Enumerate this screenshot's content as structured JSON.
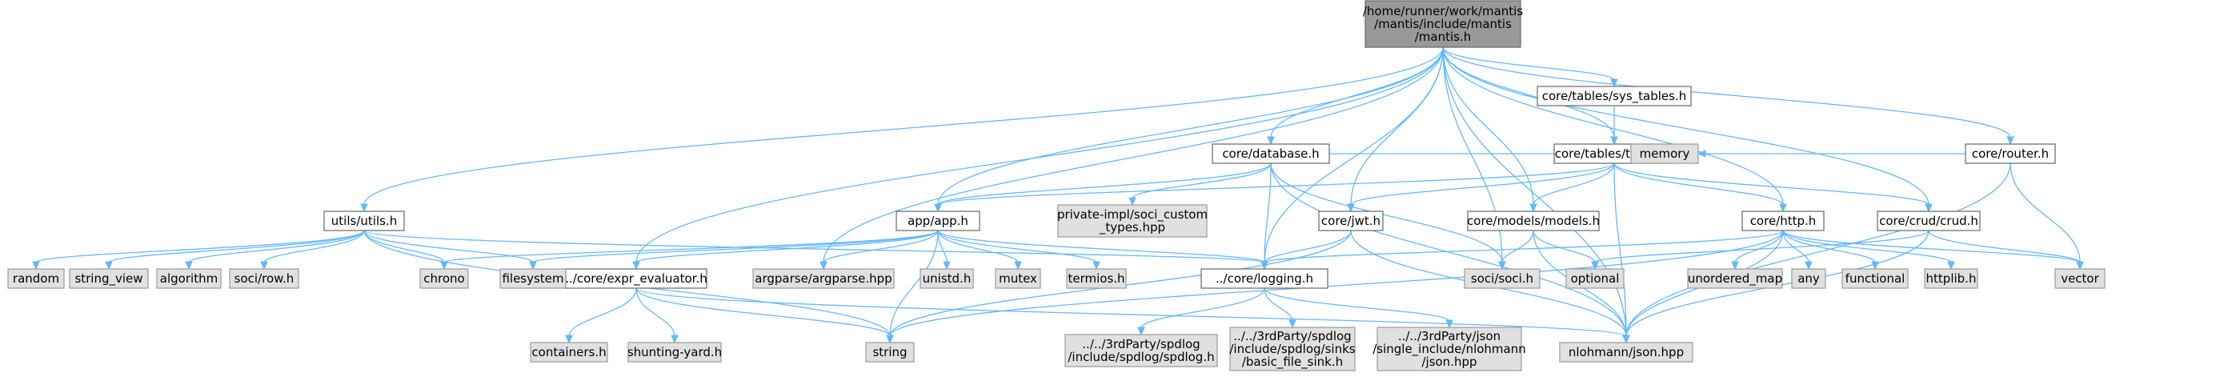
{
  "diagram": {
    "type": "include-dependency-graph",
    "colors": {
      "edge": "#63b8ff",
      "main_fill": "#999999",
      "local_fill": "#ffffff",
      "system_fill": "#e0e0e0",
      "border": "#666666"
    },
    "nodes": [
      {
        "id": "main",
        "kind": "main",
        "lines": [
          "/home/runner/work/mantis",
          "/mantis/include/mantis",
          "/mantis.h"
        ]
      },
      {
        "id": "utils",
        "kind": "local",
        "lines": [
          "utils/utils.h"
        ]
      },
      {
        "id": "app",
        "kind": "local",
        "lines": [
          "app/app.h"
        ]
      },
      {
        "id": "database",
        "kind": "local",
        "lines": [
          "core/database.h"
        ]
      },
      {
        "id": "jwt",
        "kind": "local",
        "lines": [
          "core/jwt.h"
        ]
      },
      {
        "id": "sys_tables",
        "kind": "local",
        "lines": [
          "core/tables/sys_tables.h"
        ]
      },
      {
        "id": "tables",
        "kind": "local",
        "lines": [
          "core/tables/tables.h"
        ]
      },
      {
        "id": "models",
        "kind": "local",
        "lines": [
          "core/models/models.h"
        ]
      },
      {
        "id": "http",
        "kind": "local",
        "lines": [
          "core/http.h"
        ]
      },
      {
        "id": "crud",
        "kind": "local",
        "lines": [
          "core/crud/crud.h"
        ]
      },
      {
        "id": "router",
        "kind": "local",
        "lines": [
          "core/router.h"
        ]
      },
      {
        "id": "expr",
        "kind": "local",
        "lines": [
          "../core/expr_evaluator.h"
        ]
      },
      {
        "id": "logging",
        "kind": "local",
        "lines": [
          "../core/logging.h"
        ]
      },
      {
        "id": "random",
        "kind": "sys",
        "lines": [
          "random"
        ]
      },
      {
        "id": "string_view",
        "kind": "sys",
        "lines": [
          "string_view"
        ]
      },
      {
        "id": "algorithm",
        "kind": "sys",
        "lines": [
          "algorithm"
        ]
      },
      {
        "id": "row",
        "kind": "sys",
        "lines": [
          "soci/row.h"
        ]
      },
      {
        "id": "chrono",
        "kind": "sys",
        "lines": [
          "chrono"
        ]
      },
      {
        "id": "filesystem",
        "kind": "sys",
        "lines": [
          "filesystem"
        ]
      },
      {
        "id": "argparse",
        "kind": "sys",
        "lines": [
          "argparse/argparse.hpp"
        ]
      },
      {
        "id": "unistd",
        "kind": "sys",
        "lines": [
          "unistd.h"
        ]
      },
      {
        "id": "mutex",
        "kind": "sys",
        "lines": [
          "mutex"
        ]
      },
      {
        "id": "termios",
        "kind": "sys",
        "lines": [
          "termios.h"
        ]
      },
      {
        "id": "soci_custom",
        "kind": "sys",
        "lines": [
          "private-impl/soci_custom",
          "_types.hpp"
        ]
      },
      {
        "id": "memory",
        "kind": "sys",
        "lines": [
          "memory"
        ]
      },
      {
        "id": "soci",
        "kind": "sys",
        "lines": [
          "soci/soci.h"
        ]
      },
      {
        "id": "optional",
        "kind": "sys",
        "lines": [
          "optional"
        ]
      },
      {
        "id": "unordered_map",
        "kind": "sys",
        "lines": [
          "unordered_map"
        ]
      },
      {
        "id": "any",
        "kind": "sys",
        "lines": [
          "any"
        ]
      },
      {
        "id": "functional",
        "kind": "sys",
        "lines": [
          "functional"
        ]
      },
      {
        "id": "httplib",
        "kind": "sys",
        "lines": [
          "httplib.h"
        ]
      },
      {
        "id": "vector",
        "kind": "sys",
        "lines": [
          "vector"
        ]
      },
      {
        "id": "containers",
        "kind": "sys",
        "lines": [
          "containers.h"
        ]
      },
      {
        "id": "shunting",
        "kind": "sys",
        "lines": [
          "shunting-yard.h"
        ]
      },
      {
        "id": "string",
        "kind": "sys",
        "lines": [
          "string"
        ]
      },
      {
        "id": "spdlog",
        "kind": "sys",
        "lines": [
          "../../3rdParty/spdlog",
          "/include/spdlog/spdlog.h"
        ]
      },
      {
        "id": "basic_file_sink",
        "kind": "sys",
        "lines": [
          "../../3rdParty/spdlog",
          "/include/spdlog/sinks",
          "/basic_file_sink.h"
        ]
      },
      {
        "id": "json_hpp",
        "kind": "sys",
        "lines": [
          "../../3rdParty/json",
          "/single_include/nlohmann",
          "/json.hpp"
        ]
      },
      {
        "id": "nlohmann_json",
        "kind": "sys",
        "lines": [
          "nlohmann/json.hpp"
        ]
      }
    ],
    "edges": [
      [
        "main",
        "utils"
      ],
      [
        "main",
        "app"
      ],
      [
        "main",
        "argparse"
      ],
      [
        "main",
        "expr"
      ],
      [
        "main",
        "database"
      ],
      [
        "main",
        "logging"
      ],
      [
        "main",
        "jwt"
      ],
      [
        "main",
        "soci"
      ],
      [
        "main",
        "sys_tables"
      ],
      [
        "main",
        "tables"
      ],
      [
        "main",
        "models"
      ],
      [
        "main",
        "http"
      ],
      [
        "main",
        "crud"
      ],
      [
        "main",
        "router"
      ],
      [
        "main",
        "nlohmann_json"
      ],
      [
        "utils",
        "random"
      ],
      [
        "utils",
        "string_view"
      ],
      [
        "utils",
        "algorithm"
      ],
      [
        "utils",
        "row"
      ],
      [
        "utils",
        "chrono"
      ],
      [
        "utils",
        "filesystem"
      ],
      [
        "utils",
        "logging"
      ],
      [
        "utils",
        "string"
      ],
      [
        "app",
        "chrono"
      ],
      [
        "app",
        "filesystem"
      ],
      [
        "app",
        "expr"
      ],
      [
        "app",
        "argparse"
      ],
      [
        "app",
        "unistd"
      ],
      [
        "app",
        "mutex"
      ],
      [
        "app",
        "termios"
      ],
      [
        "app",
        "logging"
      ],
      [
        "app",
        "string"
      ],
      [
        "database",
        "app"
      ],
      [
        "database",
        "soci_custom"
      ],
      [
        "database",
        "memory"
      ],
      [
        "database",
        "soci"
      ],
      [
        "database",
        "logging"
      ],
      [
        "database",
        "nlohmann_json"
      ],
      [
        "jwt",
        "logging"
      ],
      [
        "jwt",
        "string"
      ],
      [
        "jwt",
        "nlohmann_json"
      ],
      [
        "sys_tables",
        "tables"
      ],
      [
        "tables",
        "app"
      ],
      [
        "tables",
        "jwt"
      ],
      [
        "tables",
        "memory"
      ],
      [
        "tables",
        "models"
      ],
      [
        "tables",
        "http"
      ],
      [
        "tables",
        "crud"
      ],
      [
        "tables",
        "nlohmann_json"
      ],
      [
        "models",
        "soci"
      ],
      [
        "models",
        "optional"
      ],
      [
        "models",
        "nlohmann_json"
      ],
      [
        "http",
        "logging"
      ],
      [
        "http",
        "unordered_map"
      ],
      [
        "http",
        "any"
      ],
      [
        "http",
        "functional"
      ],
      [
        "http",
        "httplib"
      ],
      [
        "http",
        "vector"
      ],
      [
        "http",
        "nlohmann_json"
      ],
      [
        "http",
        "string"
      ],
      [
        "crud",
        "optional"
      ],
      [
        "crud",
        "vector"
      ],
      [
        "crud",
        "nlohmann_json"
      ],
      [
        "router",
        "memory"
      ],
      [
        "router",
        "vector"
      ],
      [
        "router",
        "nlohmann_json"
      ],
      [
        "expr",
        "containers"
      ],
      [
        "expr",
        "shunting"
      ],
      [
        "expr",
        "string"
      ],
      [
        "expr",
        "nlohmann_json"
      ],
      [
        "logging",
        "spdlog"
      ],
      [
        "logging",
        "basic_file_sink"
      ],
      [
        "logging",
        "json_hpp"
      ]
    ]
  }
}
